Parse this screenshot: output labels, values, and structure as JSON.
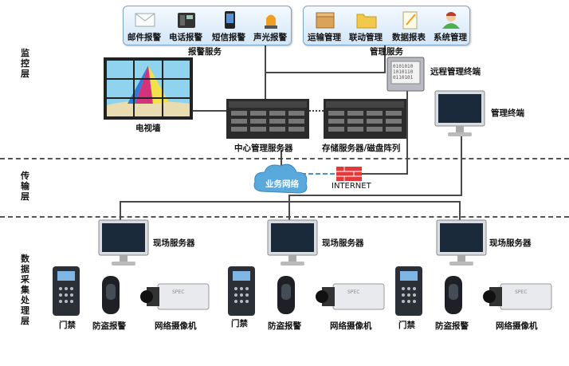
{
  "layers": {
    "monitor": "监控层",
    "transport": "传输层",
    "collect": "数据采集处理层"
  },
  "alarm_service": {
    "caption": "报警服务",
    "items": [
      {
        "label": "邮件报警",
        "icon": "envelope-icon"
      },
      {
        "label": "电话报警",
        "icon": "phone-icon"
      },
      {
        "label": "短信报警",
        "icon": "mobile-phone-icon"
      },
      {
        "label": "声光报警",
        "icon": "siren-light-icon"
      }
    ]
  },
  "mgmt_service": {
    "caption": "管理服务",
    "items": [
      {
        "label": "运输管理",
        "icon": "box-icon"
      },
      {
        "label": "联动管理",
        "icon": "folder-icon"
      },
      {
        "label": "数据报表",
        "icon": "report-icon"
      },
      {
        "label": "系统管理",
        "icon": "admin-user-icon"
      }
    ]
  },
  "monitor_devices": {
    "video_wall": "电视墙",
    "central_server": "中心管理服务器",
    "storage": "存储服务器/磁盘阵列",
    "remote_terminal": "远程管理终端",
    "mgmt_terminal": "管理终端"
  },
  "network": {
    "business": "业务网络",
    "internet": "INTERNET"
  },
  "sites": [
    {
      "server": "现场服务器",
      "door": "门禁",
      "alarm": "防盗报警",
      "camera": "网络摄像机"
    },
    {
      "server": "现场服务器",
      "door": "门禁",
      "alarm": "防盗报警",
      "camera": "网络摄像机"
    },
    {
      "server": "现场服务器",
      "door": "门禁",
      "alarm": "防盗报警",
      "camera": "网络摄像机"
    }
  ],
  "colors": {
    "panel_border": "#7aa6c9",
    "cloud": "#5aa9dc",
    "firewall": "#e23a3a"
  }
}
